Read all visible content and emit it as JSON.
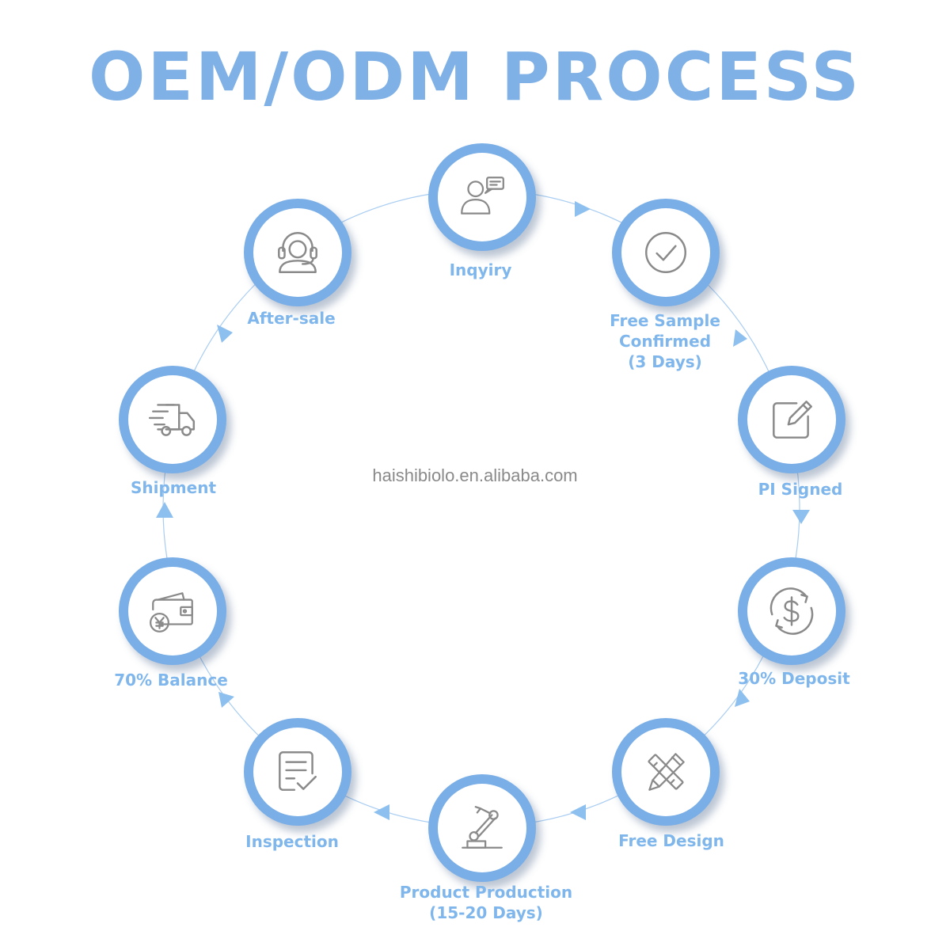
{
  "title": "OEM/ODM PROCESS",
  "watermark": "haishibiolo.en.alibaba.com",
  "accent_color": "#7aaee6",
  "steps": [
    {
      "label": "Inqyiry",
      "icon": "user-chat-icon"
    },
    {
      "label": "Free Sample\nConfirmed\n(3 Days)",
      "icon": "check-circle-icon"
    },
    {
      "label": "PI Signed",
      "icon": "edit-document-icon"
    },
    {
      "label": "30% Deposit",
      "icon": "dollar-coin-icon"
    },
    {
      "label": "Free Design",
      "icon": "pencil-ruler-icon"
    },
    {
      "label": "Product Production\n(15-20 Days)",
      "icon": "robot-arm-icon"
    },
    {
      "label": "Inspection",
      "icon": "checklist-icon"
    },
    {
      "label": "70% Balance",
      "icon": "wallet-yuan-icon"
    },
    {
      "label": "Shipment",
      "icon": "delivery-truck-icon"
    },
    {
      "label": "After-sale",
      "icon": "headset-support-icon"
    }
  ]
}
